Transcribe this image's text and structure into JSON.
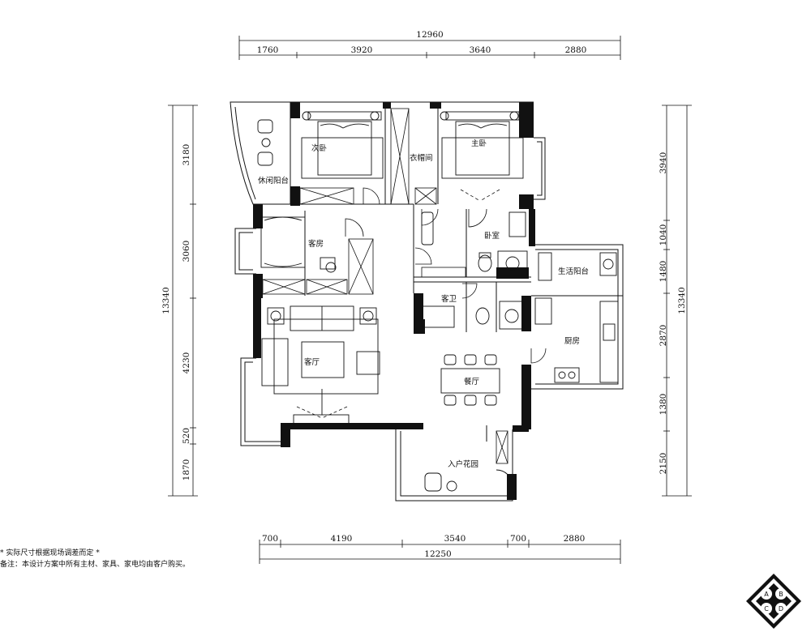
{
  "dimensions": {
    "top_total": "12960",
    "top_segments": [
      "1760",
      "3920",
      "3640",
      "2880"
    ],
    "bottom_total": "12250",
    "bottom_segments": [
      "700",
      "4190",
      "3540",
      "700",
      "2880"
    ],
    "left_total": "13340",
    "left_segments": [
      "3180",
      "3060",
      "4230",
      "520",
      "1870"
    ],
    "right_total": "13340",
    "right_segments": [
      "3940",
      "1040",
      "1480",
      "2870",
      "1380",
      "2150"
    ]
  },
  "rooms": {
    "leisure_balcony": "休闲阳台",
    "second_bedroom": "次卧",
    "closet": "衣帽间",
    "master_bedroom": "主卧",
    "guest_room": "客房",
    "master_bath": "卧室",
    "utility_balcony": "生活阳台",
    "guest_bath": "客卫",
    "kitchen": "厨房",
    "living_room": "客厅",
    "dining_room": "餐厅",
    "entry_garden": "入户花园"
  },
  "notes": {
    "line1": "* 实际尺寸根据现场调差而定 *",
    "line2": "备注：本设计方案中所有主材、家具、家电均由客户购买。"
  },
  "logo": {
    "letters": [
      "A",
      "B",
      "C",
      "D"
    ]
  }
}
